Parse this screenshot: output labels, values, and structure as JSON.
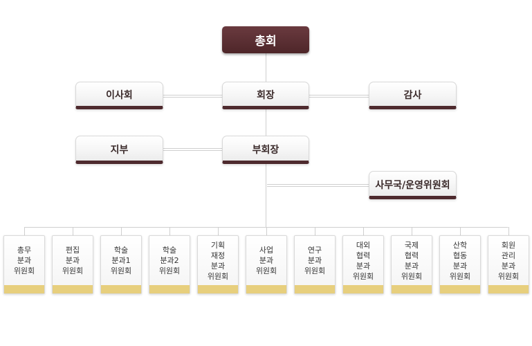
{
  "org": {
    "general_assembly": "총회",
    "board": "이사회",
    "president": "회장",
    "auditor": "감사",
    "branch": "지부",
    "vice_president": "부회장",
    "secretariat": "사무국/운영위원회"
  },
  "committees": [
    {
      "id": "general-affairs",
      "label": "총무\n분과\n위원회"
    },
    {
      "id": "editing",
      "label": "편집\n분과\n위원회"
    },
    {
      "id": "academic-1",
      "label": "학술\n분과1\n위원회"
    },
    {
      "id": "academic-2",
      "label": "학술\n분과2\n위원회"
    },
    {
      "id": "planning-finance",
      "label": "기획\n재정\n분과\n위원회"
    },
    {
      "id": "business",
      "label": "사업\n분과\n위원회"
    },
    {
      "id": "research",
      "label": "연구\n분과\n위원회"
    },
    {
      "id": "external-cooperation",
      "label": "대외\n협력\n분과\n위원회"
    },
    {
      "id": "international-cooperation",
      "label": "국제\n협력\n분과\n위원회"
    },
    {
      "id": "industry-academia",
      "label": "산학\n협동\n분과\n위원회"
    },
    {
      "id": "membership",
      "label": "회원\n관리\n분과\n위원회"
    }
  ],
  "colors": {
    "top_box": "#5a2f33",
    "box_bottom_border": "#4e2a2e",
    "card_bar": "#e7cf7d",
    "connector": "#cfcfcf"
  }
}
